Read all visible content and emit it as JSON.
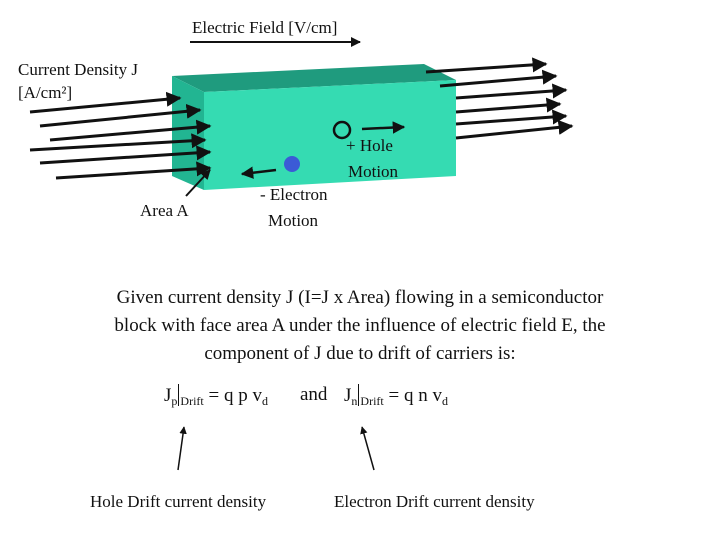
{
  "diagram": {
    "electric_field_label": "Electric Field [V/cm]",
    "current_density_label_line1": "Current Density J",
    "current_density_label_line2": "[A/cm²]",
    "area_label": "Area A",
    "hole_label_line1": "+ Hole",
    "hole_label_line2": "Motion",
    "electron_label_line1": "- Electron",
    "electron_label_line2": "Motion",
    "block_color": "#35dbb2",
    "block_top_color": "#1f9b7e",
    "electron_color": "#3b5bd6"
  },
  "text": {
    "line1": "Given current density J (I=J x Area) flowing in a semiconductor",
    "line2": "block with face area A under the influence of electric field E, the",
    "line3": "component of J due to drift of carriers is:"
  },
  "equations": {
    "jp_main": "J",
    "jp_sub": "p",
    "jp_drift": "Drift",
    "jp_rhs": "= q p v",
    "jp_rhs_sub": "d",
    "and": "and",
    "jn_main": "J",
    "jn_sub": "n",
    "jn_drift": "Drift",
    "jn_rhs": "= q n v",
    "jn_rhs_sub": "d"
  },
  "captions": {
    "hole": "Hole Drift current density",
    "electron": "Electron Drift current density"
  }
}
